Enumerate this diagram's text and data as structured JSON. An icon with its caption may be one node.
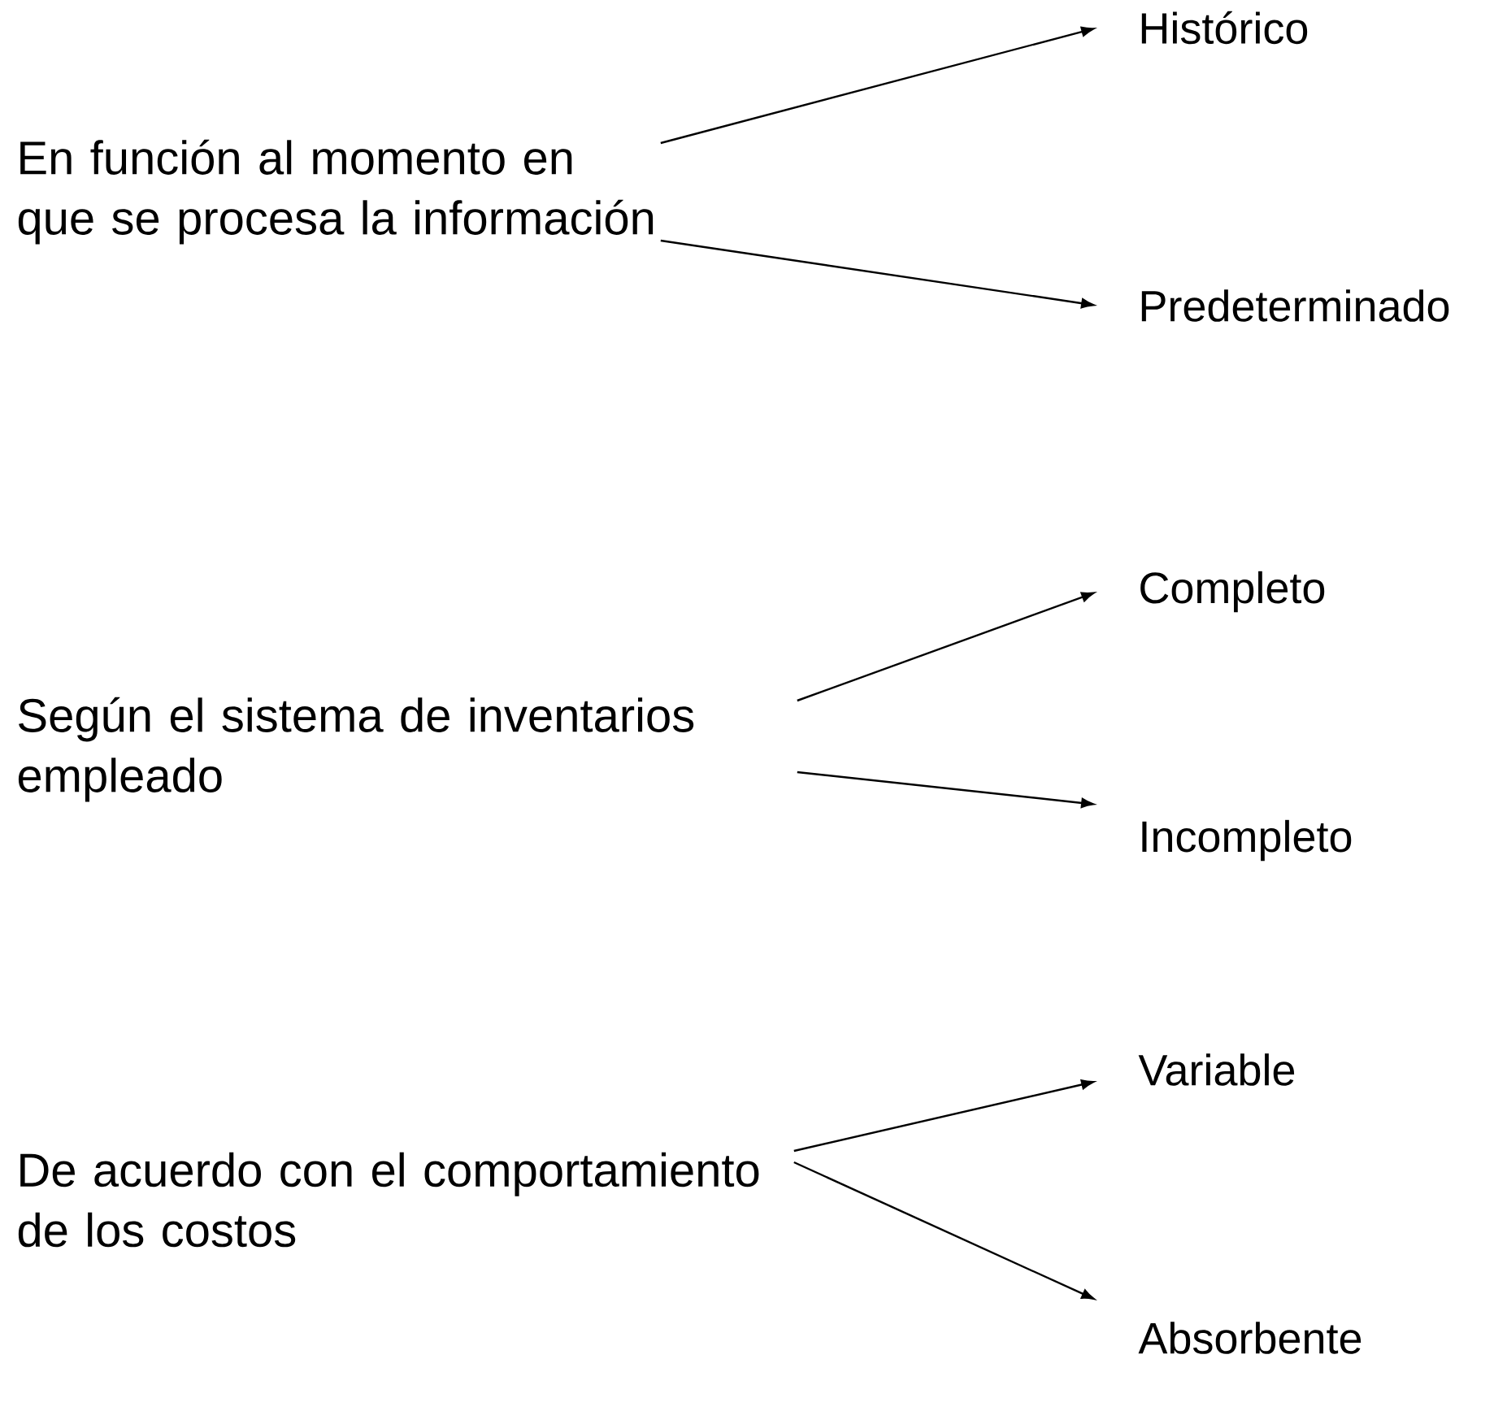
{
  "diagram": {
    "nodes": [
      {
        "text": [
          "En función al momento en que se procesa la información"
        ]
      },
      {
        "text": [
          "Histórico"
        ]
      },
      {
        "text": [
          "Predeterminado"
        ]
      },
      {
        "text": [
          "Según el sistema de inventarios empleado"
        ]
      },
      {
        "text": [
          "Completo"
        ]
      },
      {
        "text": [
          "Incompleto"
        ]
      },
      {
        "text": [
          "De acuerdo con el comportamiento de los costos"
        ]
      },
      {
        "text": [
          "Variable"
        ]
      },
      {
        "text": [
          "Absorbente"
        ]
      }
    ],
    "edges": [
      {
        "from": 0,
        "to": 1,
        "arrow": "to"
      },
      {
        "from": 0,
        "to": 2,
        "arrow": "to"
      },
      {
        "from": 3,
        "to": 4,
        "arrow": "to"
      },
      {
        "from": 3,
        "to": 5,
        "arrow": "to"
      },
      {
        "from": 6,
        "to": 7,
        "arrow": "to"
      },
      {
        "from": 6,
        "to": 8,
        "arrow": "to"
      }
    ]
  }
}
